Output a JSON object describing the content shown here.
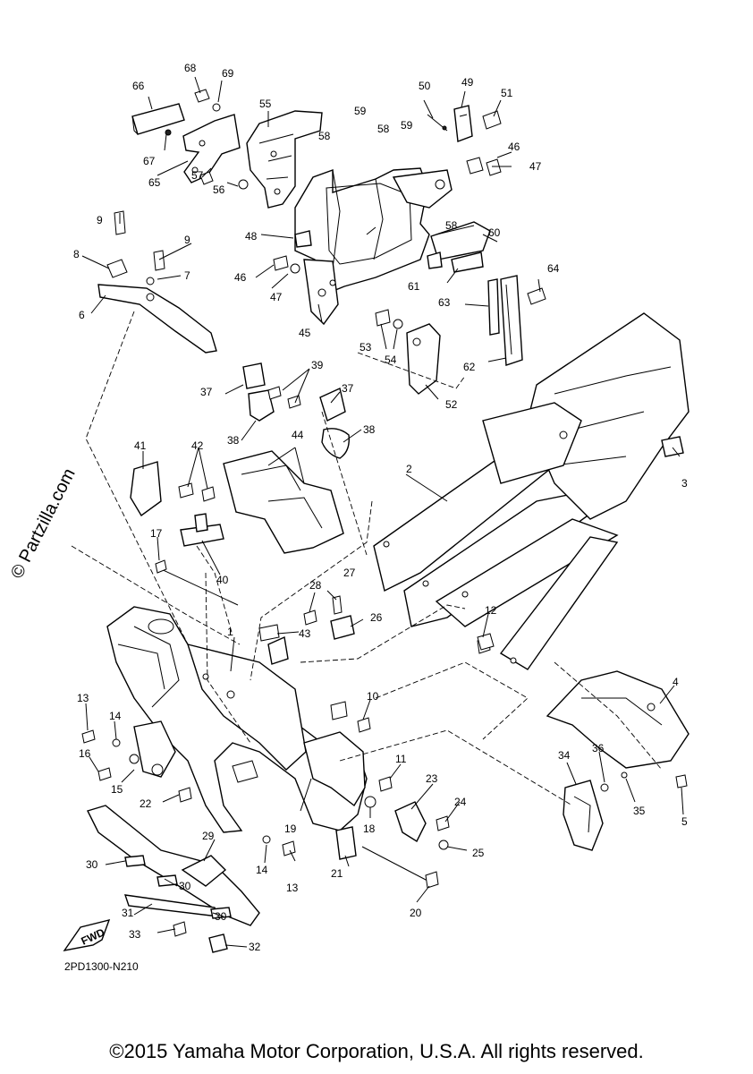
{
  "watermark": "© Partzilla.com",
  "diagram_code": "2PD1300-N210",
  "fwd_label": "FWD",
  "copyright": "©2015 Yamaha Motor Corporation, U.S.A. All rights reserved.",
  "callouts": [
    {
      "id": "1",
      "label": "1"
    },
    {
      "id": "2",
      "label": "2"
    },
    {
      "id": "3",
      "label": "3"
    },
    {
      "id": "4",
      "label": "4"
    },
    {
      "id": "5",
      "label": "5"
    },
    {
      "id": "6",
      "label": "6"
    },
    {
      "id": "7",
      "label": "7"
    },
    {
      "id": "8",
      "label": "8"
    },
    {
      "id": "9a",
      "label": "9"
    },
    {
      "id": "9b",
      "label": "9"
    },
    {
      "id": "10",
      "label": "10"
    },
    {
      "id": "11",
      "label": "11"
    },
    {
      "id": "12",
      "label": "12"
    },
    {
      "id": "13a",
      "label": "13"
    },
    {
      "id": "13b",
      "label": "13"
    },
    {
      "id": "14a",
      "label": "14"
    },
    {
      "id": "14b",
      "label": "14"
    },
    {
      "id": "15",
      "label": "15"
    },
    {
      "id": "16",
      "label": "16"
    },
    {
      "id": "17",
      "label": "17"
    },
    {
      "id": "18",
      "label": "18"
    },
    {
      "id": "19",
      "label": "19"
    },
    {
      "id": "20",
      "label": "20"
    },
    {
      "id": "21",
      "label": "21"
    },
    {
      "id": "22",
      "label": "22"
    },
    {
      "id": "23",
      "label": "23"
    },
    {
      "id": "24",
      "label": "24"
    },
    {
      "id": "25",
      "label": "25"
    },
    {
      "id": "26",
      "label": "26"
    },
    {
      "id": "27",
      "label": "27"
    },
    {
      "id": "28",
      "label": "28"
    },
    {
      "id": "29",
      "label": "29"
    },
    {
      "id": "30a",
      "label": "30"
    },
    {
      "id": "30b",
      "label": "30"
    },
    {
      "id": "30c",
      "label": "30"
    },
    {
      "id": "31",
      "label": "31"
    },
    {
      "id": "32",
      "label": "32"
    },
    {
      "id": "33",
      "label": "33"
    },
    {
      "id": "34",
      "label": "34"
    },
    {
      "id": "35",
      "label": "35"
    },
    {
      "id": "36",
      "label": "36"
    },
    {
      "id": "37a",
      "label": "37"
    },
    {
      "id": "37b",
      "label": "37"
    },
    {
      "id": "38a",
      "label": "38"
    },
    {
      "id": "38b",
      "label": "38"
    },
    {
      "id": "39",
      "label": "39"
    },
    {
      "id": "40",
      "label": "40"
    },
    {
      "id": "41",
      "label": "41"
    },
    {
      "id": "42",
      "label": "42"
    },
    {
      "id": "43",
      "label": "43"
    },
    {
      "id": "44",
      "label": "44"
    },
    {
      "id": "45",
      "label": "45"
    },
    {
      "id": "46a",
      "label": "46"
    },
    {
      "id": "46b",
      "label": "46"
    },
    {
      "id": "47a",
      "label": "47"
    },
    {
      "id": "47b",
      "label": "47"
    },
    {
      "id": "48",
      "label": "48"
    },
    {
      "id": "49",
      "label": "49"
    },
    {
      "id": "50",
      "label": "50"
    },
    {
      "id": "51",
      "label": "51"
    },
    {
      "id": "52",
      "label": "52"
    },
    {
      "id": "53",
      "label": "53"
    },
    {
      "id": "54",
      "label": "54"
    },
    {
      "id": "55",
      "label": "55"
    },
    {
      "id": "56",
      "label": "56"
    },
    {
      "id": "57",
      "label": "57"
    },
    {
      "id": "58a",
      "label": "58"
    },
    {
      "id": "58b",
      "label": "58"
    },
    {
      "id": "58c",
      "label": "58"
    },
    {
      "id": "59a",
      "label": "59"
    },
    {
      "id": "59b",
      "label": "59"
    },
    {
      "id": "60",
      "label": "60"
    },
    {
      "id": "61",
      "label": "61"
    },
    {
      "id": "62",
      "label": "62"
    },
    {
      "id": "63",
      "label": "63"
    },
    {
      "id": "64",
      "label": "64"
    },
    {
      "id": "65",
      "label": "65"
    },
    {
      "id": "66",
      "label": "66"
    },
    {
      "id": "67",
      "label": "67"
    },
    {
      "id": "68",
      "label": "68"
    },
    {
      "id": "69",
      "label": "69"
    }
  ]
}
